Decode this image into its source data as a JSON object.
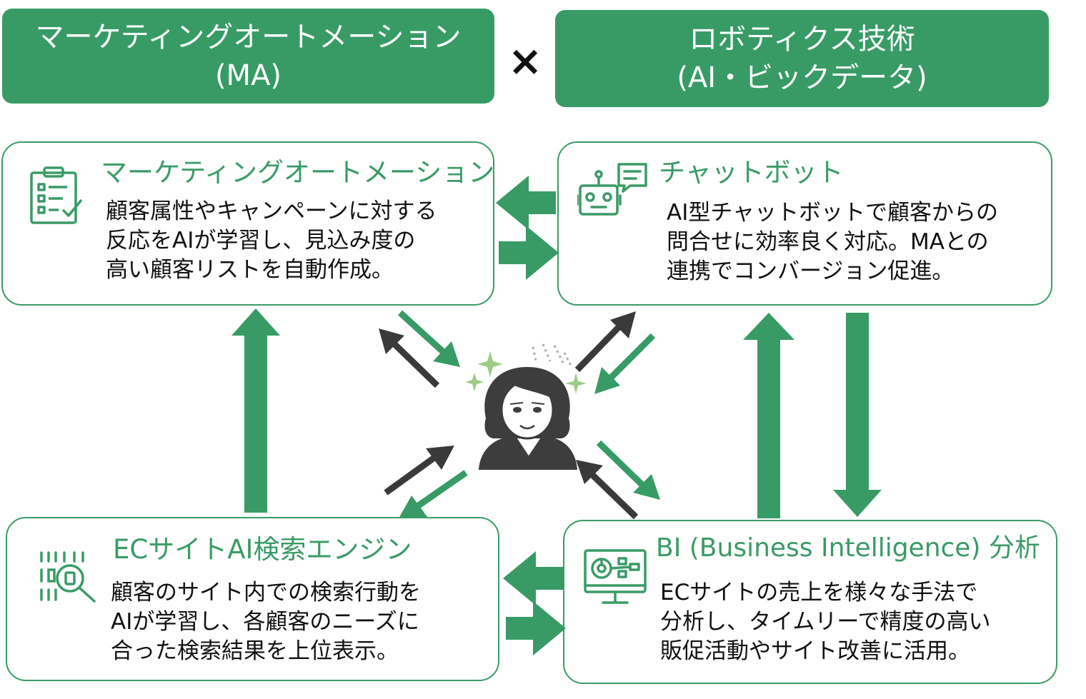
{
  "header": {
    "left_banner": {
      "line1": "マーケティングオートメーション",
      "line2": "(MA)"
    },
    "operator": "×",
    "right_banner": {
      "line1": "ロボティクス技術",
      "line2": "(AI・ビックデータ)"
    }
  },
  "cards": {
    "ma": {
      "title": "マーケティングオートメーション",
      "lines": [
        "顧客属性やキャンペーンに対する",
        "反応をAIが学習し、見込み度の",
        "高い顧客リストを自動作成。"
      ],
      "icon": "clipboard-checklist-icon"
    },
    "chatbot": {
      "title": "チャットボット",
      "lines": [
        "AI型チャットボットで顧客からの",
        "問合せに効率良く対応。MAとの",
        "連携でコンバージョン促進。"
      ],
      "icon": "robot-chat-icon"
    },
    "ec_search": {
      "title": "ECサイトAI検索エンジン",
      "lines": [
        "顧客のサイト内での検索行動を",
        "AIが学習し、各顧客のニーズに",
        "合った検索結果を上位表示。"
      ],
      "icon": "barcode-search-icon"
    },
    "bi": {
      "title": "BI (Business Intelligence) 分析",
      "lines": [
        "ECサイトの売上を様々な手法で",
        "分析し、タイムリーで精度の高い",
        "販促活動やサイト改善に活用。"
      ],
      "icon": "monitor-analytics-icon"
    }
  },
  "center": {
    "icon": "customer-woman-icon"
  },
  "colors": {
    "green": "#389b66",
    "dark": "#3a3a3a",
    "sparkle": "#9ccc85",
    "text": "#111111"
  }
}
